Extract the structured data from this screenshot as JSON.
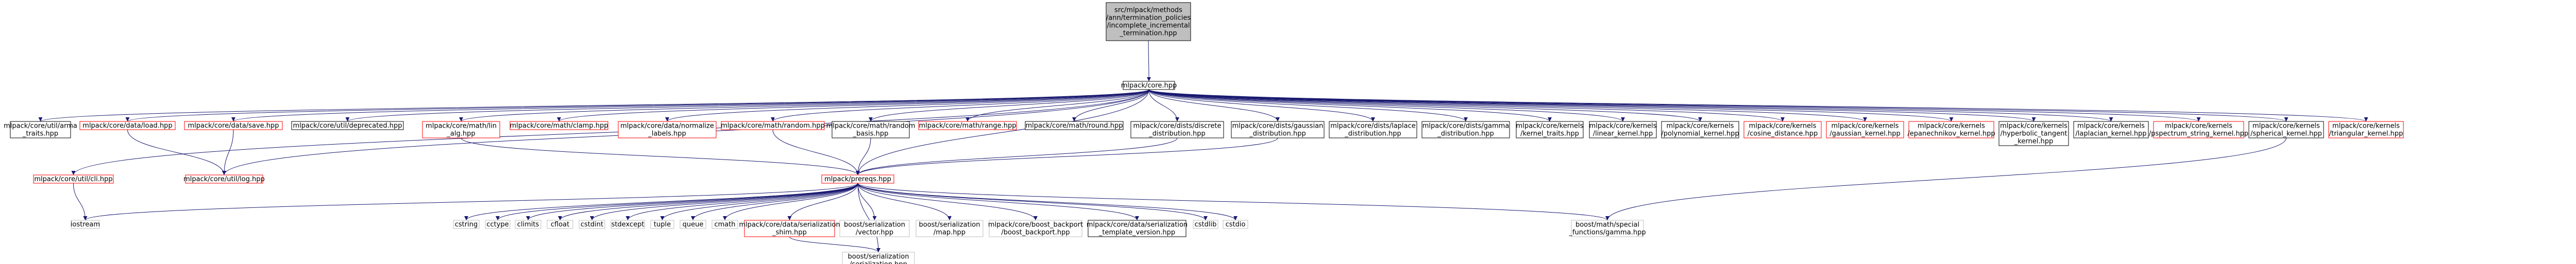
{
  "colors": {
    "node_fill": "#ffffff",
    "root_fill": "#bfbfbf",
    "border_default": "#000000",
    "border_warning": "#ff0000",
    "border_external": "#bfbfbf",
    "edge": "#191970"
  },
  "nodes": [
    {
      "id": "root",
      "lines": [
        "src/mlpack/methods",
        "/ann/termination_policies",
        "/incomplete_incremental",
        "_termination.hpp"
      ],
      "style": "root"
    },
    {
      "id": "core",
      "lines": [
        "mlpack/core.hpp"
      ],
      "style": "default"
    },
    {
      "id": "arma_traits",
      "lines": [
        "mlpack/core/util/arma",
        "_traits.hpp"
      ],
      "style": "default"
    },
    {
      "id": "data_load",
      "lines": [
        "mlpack/core/data/load.hpp"
      ],
      "style": "warning"
    },
    {
      "id": "data_save",
      "lines": [
        "mlpack/core/data/save.hpp"
      ],
      "style": "warning"
    },
    {
      "id": "deprecated",
      "lines": [
        "mlpack/core/util/deprecated.hpp"
      ],
      "style": "default"
    },
    {
      "id": "math_lin_alg",
      "lines": [
        "mlpack/core/math/lin",
        "_alg.hpp"
      ],
      "style": "warning"
    },
    {
      "id": "math_clamp",
      "lines": [
        "mlpack/core/math/clamp.hpp"
      ],
      "style": "warning"
    },
    {
      "id": "data_normalize",
      "lines": [
        "mlpack/core/data/normalize",
        "_labels.hpp"
      ],
      "style": "warning"
    },
    {
      "id": "math_random",
      "lines": [
        "mlpack/core/math/random.hpp"
      ],
      "style": "warning"
    },
    {
      "id": "random_basis",
      "lines": [
        "mlpack/core/math/random",
        "_basis.hpp"
      ],
      "style": "default"
    },
    {
      "id": "math_range",
      "lines": [
        "mlpack/core/math/range.hpp"
      ],
      "style": "warning"
    },
    {
      "id": "math_round",
      "lines": [
        "mlpack/core/math/round.hpp"
      ],
      "style": "default"
    },
    {
      "id": "dists_discrete",
      "lines": [
        "mlpack/core/dists/discrete",
        "_distribution.hpp"
      ],
      "style": "default"
    },
    {
      "id": "dists_gaussian",
      "lines": [
        "mlpack/core/dists/gaussian",
        "_distribution.hpp"
      ],
      "style": "default"
    },
    {
      "id": "dists_laplace",
      "lines": [
        "mlpack/core/dists/laplace",
        "_distribution.hpp"
      ],
      "style": "default"
    },
    {
      "id": "dists_gamma",
      "lines": [
        "mlpack/core/dists/gamma",
        "_distribution.hpp"
      ],
      "style": "default"
    },
    {
      "id": "k_traits",
      "lines": [
        "mlpack/core/kernels",
        "/kernel_traits.hpp"
      ],
      "style": "default"
    },
    {
      "id": "k_linear",
      "lines": [
        "mlpack/core/kernels",
        "/linear_kernel.hpp"
      ],
      "style": "default"
    },
    {
      "id": "k_poly",
      "lines": [
        "mlpack/core/kernels",
        "/polynomial_kernel.hpp"
      ],
      "style": "default"
    },
    {
      "id": "k_cosine",
      "lines": [
        "mlpack/core/kernels",
        "/cosine_distance.hpp"
      ],
      "style": "warning"
    },
    {
      "id": "k_gaussian",
      "lines": [
        "mlpack/core/kernels",
        "/gaussian_kernel.hpp"
      ],
      "style": "warning"
    },
    {
      "id": "k_epan",
      "lines": [
        "mlpack/core/kernels",
        "/epanechnikov_kernel.hpp"
      ],
      "style": "warning"
    },
    {
      "id": "k_hyper",
      "lines": [
        "mlpack/core/kernels",
        "/hyperbolic_tangent",
        "_kernel.hpp"
      ],
      "style": "default"
    },
    {
      "id": "k_laplacian",
      "lines": [
        "mlpack/core/kernels",
        "/laplacian_kernel.hpp"
      ],
      "style": "default"
    },
    {
      "id": "k_pspectrum",
      "lines": [
        "mlpack/core/kernels",
        "/pspectrum_string_kernel.hpp"
      ],
      "style": "warning"
    },
    {
      "id": "k_spherical",
      "lines": [
        "mlpack/core/kernels",
        "/spherical_kernel.hpp"
      ],
      "style": "default"
    },
    {
      "id": "k_triangular",
      "lines": [
        "mlpack/core/kernels",
        "/triangular_kernel.hpp"
      ],
      "style": "warning"
    },
    {
      "id": "cli",
      "lines": [
        "mlpack/core/util/cli.hpp"
      ],
      "style": "warning"
    },
    {
      "id": "log",
      "lines": [
        "mlpack/core/util/log.hpp"
      ],
      "style": "warning"
    },
    {
      "id": "prereqs",
      "lines": [
        "mlpack/prereqs.hpp"
      ],
      "style": "warning"
    },
    {
      "id": "iostream",
      "lines": [
        "iostream"
      ],
      "style": "external"
    },
    {
      "id": "cstring",
      "lines": [
        "cstring"
      ],
      "style": "external"
    },
    {
      "id": "cctype",
      "lines": [
        "cctype"
      ],
      "style": "external"
    },
    {
      "id": "climits",
      "lines": [
        "climits"
      ],
      "style": "external"
    },
    {
      "id": "cfloat",
      "lines": [
        "cfloat"
      ],
      "style": "external"
    },
    {
      "id": "cstdint",
      "lines": [
        "cstdint"
      ],
      "style": "external"
    },
    {
      "id": "stdexcept",
      "lines": [
        "stdexcept"
      ],
      "style": "external"
    },
    {
      "id": "tuple",
      "lines": [
        "tuple"
      ],
      "style": "external"
    },
    {
      "id": "queue",
      "lines": [
        "queue"
      ],
      "style": "external"
    },
    {
      "id": "cmath",
      "lines": [
        "cmath"
      ],
      "style": "external"
    },
    {
      "id": "ser_shim",
      "lines": [
        "mlpack/core/data/serialization",
        "_shim.hpp"
      ],
      "style": "warning"
    },
    {
      "id": "boost_vector",
      "lines": [
        "boost/serialization",
        "/vector.hpp"
      ],
      "style": "external"
    },
    {
      "id": "boost_map",
      "lines": [
        "boost/serialization",
        "/map.hpp"
      ],
      "style": "external"
    },
    {
      "id": "boost_backport",
      "lines": [
        "mlpack/core/boost_backport",
        "/boost_backport.hpp"
      ],
      "style": "external"
    },
    {
      "id": "ser_template",
      "lines": [
        "mlpack/core/data/serialization",
        "_template_version.hpp"
      ],
      "style": "default"
    },
    {
      "id": "cstdlib",
      "lines": [
        "cstdlib"
      ],
      "style": "external"
    },
    {
      "id": "cstdio",
      "lines": [
        "cstdio"
      ],
      "style": "external"
    },
    {
      "id": "boost_gamma",
      "lines": [
        "boost/math/special",
        "_functions/gamma.hpp"
      ],
      "style": "external"
    },
    {
      "id": "boost_serialization",
      "lines": [
        "boost/serialization",
        "/serialization.hpp"
      ],
      "style": "external"
    }
  ],
  "edges": [
    [
      "root",
      "core"
    ],
    [
      "core",
      "arma_traits"
    ],
    [
      "core",
      "data_load"
    ],
    [
      "core",
      "data_save"
    ],
    [
      "core",
      "deprecated"
    ],
    [
      "core",
      "math_lin_alg"
    ],
    [
      "core",
      "math_clamp"
    ],
    [
      "core",
      "data_normalize"
    ],
    [
      "core",
      "math_random"
    ],
    [
      "core",
      "random_basis"
    ],
    [
      "core",
      "math_range"
    ],
    [
      "core",
      "math_round"
    ],
    [
      "core",
      "dists_discrete"
    ],
    [
      "core",
      "dists_gaussian"
    ],
    [
      "core",
      "dists_laplace"
    ],
    [
      "core",
      "dists_gamma"
    ],
    [
      "core",
      "k_traits"
    ],
    [
      "core",
      "k_linear"
    ],
    [
      "core",
      "k_poly"
    ],
    [
      "core",
      "k_cosine"
    ],
    [
      "core",
      "k_gaussian"
    ],
    [
      "core",
      "k_epan"
    ],
    [
      "core",
      "k_hyper"
    ],
    [
      "core",
      "k_laplacian"
    ],
    [
      "core",
      "k_pspectrum"
    ],
    [
      "core",
      "k_spherical"
    ],
    [
      "core",
      "k_triangular"
    ],
    [
      "core",
      "cli"
    ],
    [
      "core",
      "log"
    ],
    [
      "core",
      "prereqs"
    ],
    [
      "data_load",
      "log"
    ],
    [
      "data_save",
      "log"
    ],
    [
      "math_lin_alg",
      "prereqs"
    ],
    [
      "math_random",
      "prereqs"
    ],
    [
      "random_basis",
      "prereqs"
    ],
    [
      "dists_discrete",
      "prereqs"
    ],
    [
      "dists_gaussian",
      "prereqs"
    ],
    [
      "cli",
      "iostream"
    ],
    [
      "prereqs",
      "iostream"
    ],
    [
      "prereqs",
      "cstring"
    ],
    [
      "prereqs",
      "cctype"
    ],
    [
      "prereqs",
      "climits"
    ],
    [
      "prereqs",
      "cfloat"
    ],
    [
      "prereqs",
      "cstdint"
    ],
    [
      "prereqs",
      "stdexcept"
    ],
    [
      "prereqs",
      "tuple"
    ],
    [
      "prereqs",
      "queue"
    ],
    [
      "prereqs",
      "cmath"
    ],
    [
      "prereqs",
      "ser_shim"
    ],
    [
      "prereqs",
      "boost_vector"
    ],
    [
      "prereqs",
      "boost_map"
    ],
    [
      "prereqs",
      "boost_backport"
    ],
    [
      "prereqs",
      "ser_template"
    ],
    [
      "prereqs",
      "cstdlib"
    ],
    [
      "prereqs",
      "cstdio"
    ],
    [
      "prereqs",
      "boost_gamma"
    ],
    [
      "prereqs",
      "boost_serialization"
    ],
    [
      "ser_shim",
      "boost_serialization"
    ],
    [
      "k_spherical",
      "boost_gamma"
    ]
  ]
}
